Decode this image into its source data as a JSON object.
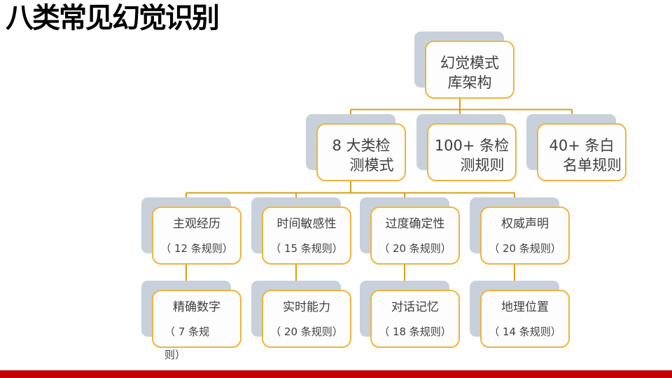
{
  "slide": {
    "title": "八类常见幻觉识别",
    "accent_colors": {
      "box_border": "#EEB43F",
      "connector": "#D1A01D",
      "shadow": "#C8D0DB",
      "footer_bar": "#C00000",
      "text": "#3F3F3F"
    },
    "tree": {
      "root": {
        "line1": "幻觉模式",
        "line2": "库架构"
      },
      "level2": [
        {
          "line1": "8 大类检",
          "line2": "测模式"
        },
        {
          "line1": "100+ 条检",
          "line2": "测规则"
        },
        {
          "line1": "40+ 条白",
          "line2": "名单规则"
        }
      ],
      "level3": [
        {
          "title": "主观经历",
          "sub": "（ 12 条规则）"
        },
        {
          "title": "时间敏感性",
          "sub": "（ 15 条规则）"
        },
        {
          "title": "过度确定性",
          "sub": "（ 20 条规则）"
        },
        {
          "title": "权威声明",
          "sub": "（ 20 条规则）"
        }
      ],
      "level4": [
        {
          "title": "精确数字",
          "sub": "（ 7 条规",
          "sub_overflow": "则）"
        },
        {
          "title": "实时能力",
          "sub": "（ 20 条规则）",
          "sub_overflow": ""
        },
        {
          "title": "对话记忆",
          "sub": "（ 18 条规则）",
          "sub_overflow": ""
        },
        {
          "title": "地理位置",
          "sub": "（ 14 条规则）",
          "sub_overflow": ""
        }
      ]
    }
  }
}
